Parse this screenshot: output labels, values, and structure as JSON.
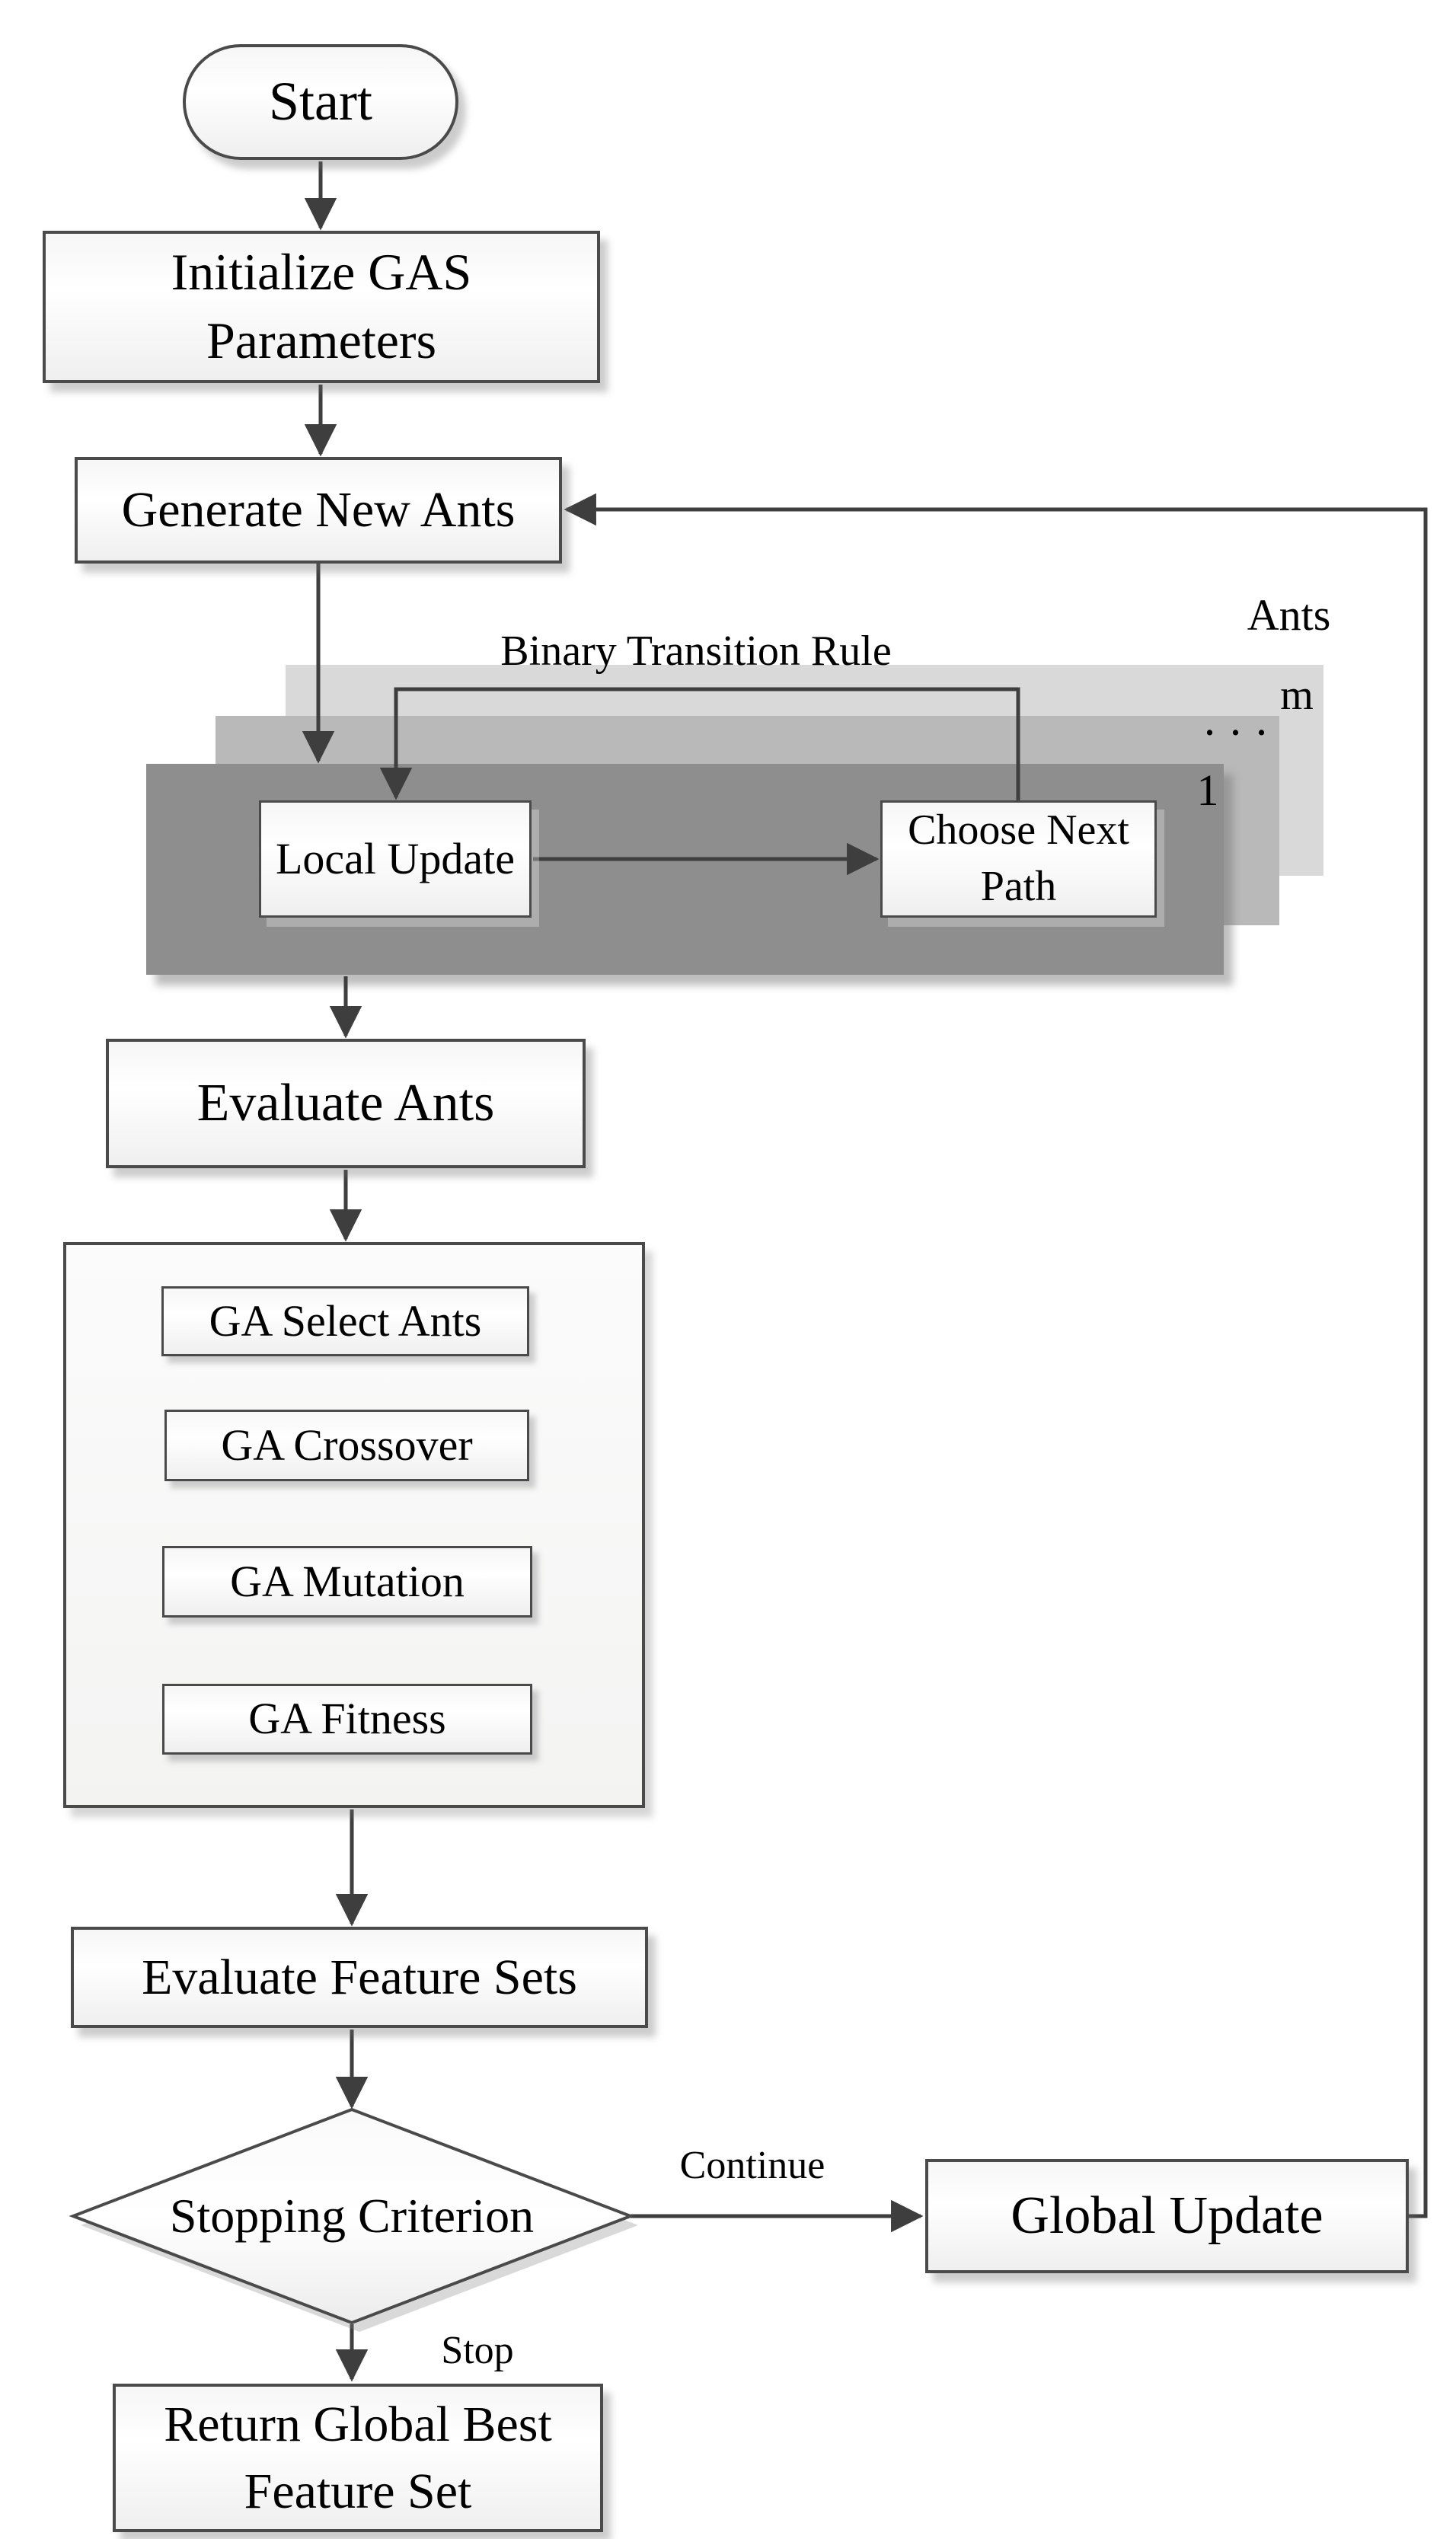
{
  "diagram": {
    "nodes": {
      "start": {
        "label": "Start"
      },
      "initialize": {
        "label": "Initialize GAS Parameters"
      },
      "generate_ants": {
        "label": "Generate New Ants"
      },
      "local_update": {
        "label": "Local Update"
      },
      "choose_next_path": {
        "label": "Choose Next Path"
      },
      "evaluate_ants": {
        "label": "Evaluate Ants"
      },
      "ga_select_ants": {
        "label": "GA Select Ants"
      },
      "ga_crossover": {
        "label": "GA Crossover"
      },
      "ga_mutation": {
        "label": "GA Mutation"
      },
      "ga_fitness": {
        "label": "GA Fitness"
      },
      "evaluate_features": {
        "label": "Evaluate Feature Sets"
      },
      "stopping_criterion": {
        "label": "Stopping Criterion"
      },
      "global_update": {
        "label": "Global Update"
      },
      "return_best": {
        "label": "Return Global Best Feature Set"
      }
    },
    "labels": {
      "binary_transition_rule": "Binary Transition Rule",
      "ants_stack_title": "Ants",
      "ant_layer_m": "m",
      "ant_layer_dots": ". . .",
      "ant_layer_1": "1",
      "branch_continue": "Continue",
      "branch_stop": "Stop"
    },
    "colors": {
      "line": "#3e3e3e",
      "border": "#4a4a4a",
      "layer_light": "#d9d9d9",
      "layer_medium": "#b9b9b9",
      "layer_dark": "#8e8e8e",
      "node_fill": "#f4f4f4",
      "background": "#ffffff"
    }
  }
}
